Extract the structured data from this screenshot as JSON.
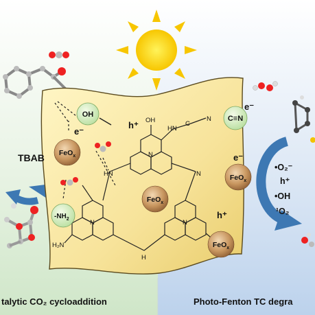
{
  "figure": {
    "caption_left": "talytic CO₂ cycloaddition",
    "caption_right": "Photo-Fenton TC degra",
    "reagent": "TBAB",
    "ros_species": [
      "•O₂⁻",
      "h⁺",
      "•OH",
      "¹O₂"
    ],
    "charges": {
      "hole": "h⁺",
      "electron": "e⁻"
    },
    "iron_oxide_label": "FeO",
    "iron_oxide_subscript": "x",
    "oh_group_label": "OH",
    "nh2_group_label": "-NH",
    "nh2_subscript": "2",
    "nitrile_label": "C≡N",
    "structure_atoms": {
      "ring_n": "N",
      "amine": "HN",
      "amine_right": "N",
      "hydroxyl": "OH",
      "nh2_terminal": "H₂N",
      "bridge_nh": "H",
      "cyano_c": "C",
      "cyano_n": "N"
    }
  }
}
